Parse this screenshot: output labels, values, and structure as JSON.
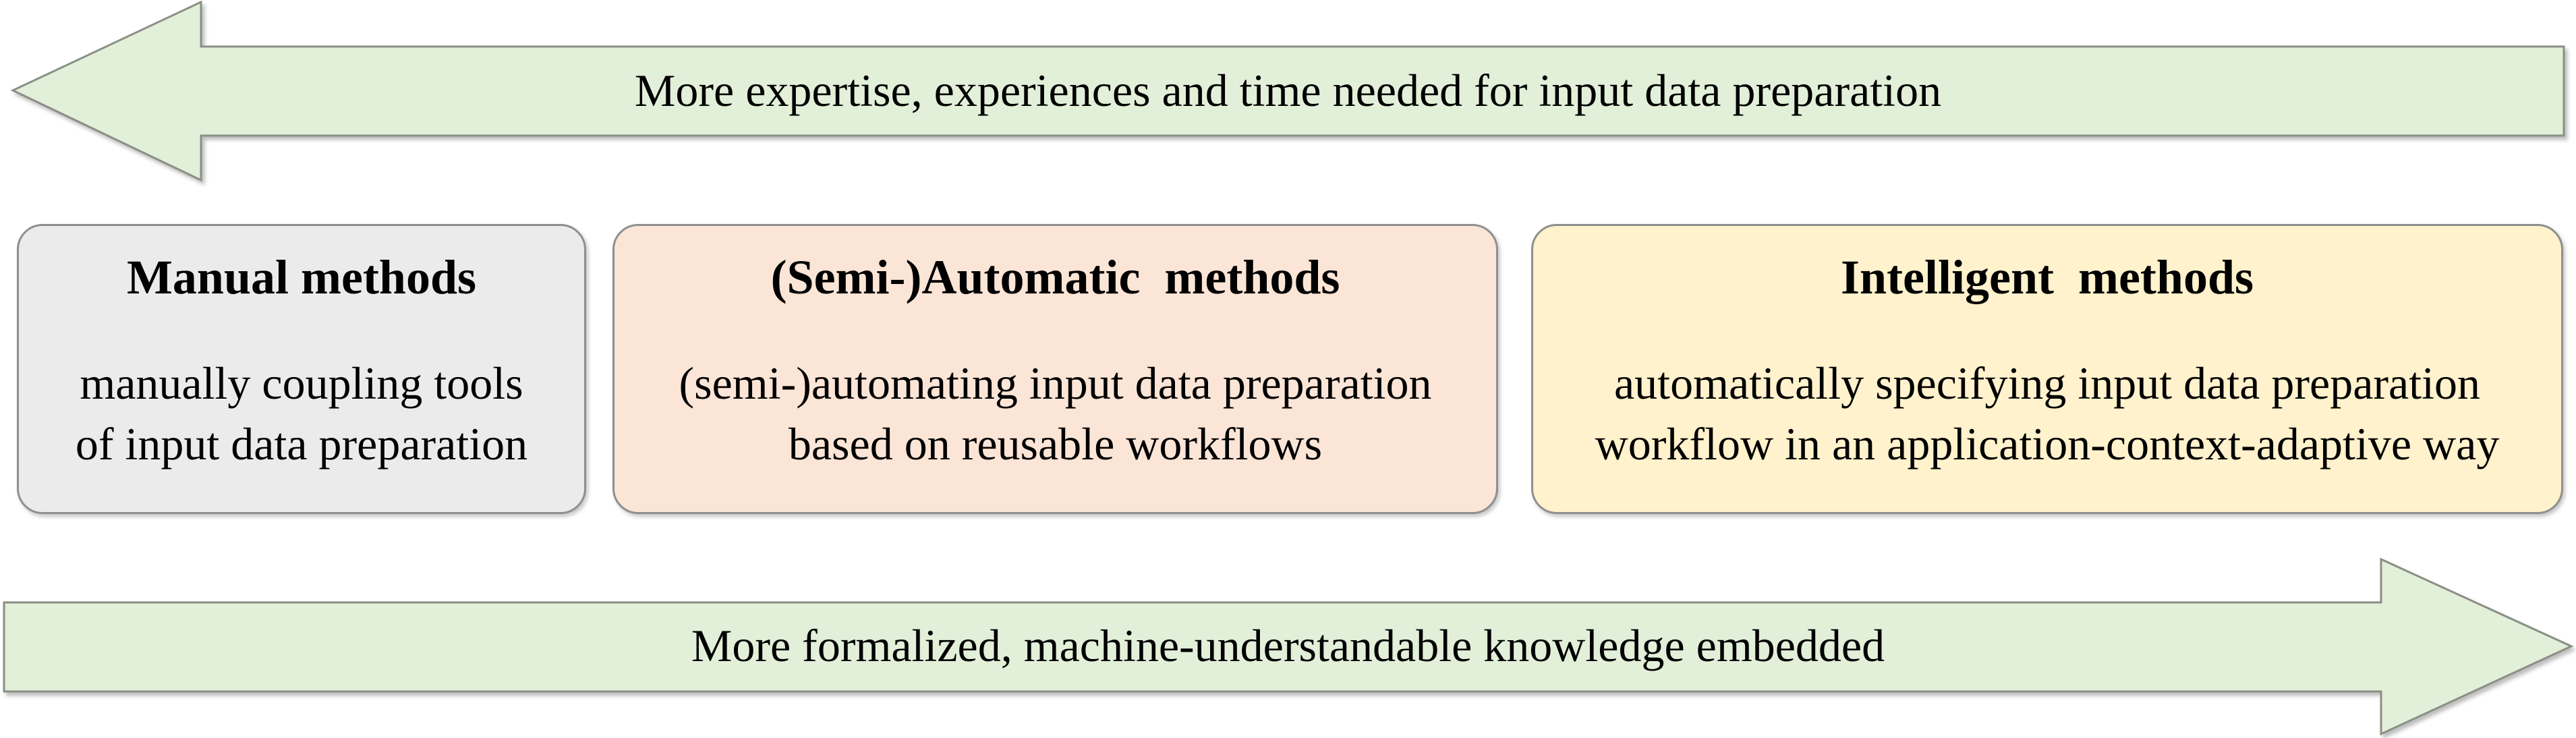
{
  "arrows": {
    "top": {
      "label": "More expertise, experiences and time needed for input data preparation",
      "direction": "left",
      "fill": "#e2efd9",
      "border": "#8a8f85"
    },
    "bottom": {
      "label": "More formalized, machine-understandable knowledge embedded",
      "direction": "right",
      "fill": "#e2efd9",
      "border": "#8a8f85"
    }
  },
  "boxes": [
    {
      "title": "Manual methods",
      "description": "manually coupling tools\nof input data preparation",
      "fill": "#ebebeb",
      "border": "#8f8f8f"
    },
    {
      "title": "(Semi-)Automatic  methods",
      "description": "(semi-)automating input data preparation\nbased on reusable workflows",
      "fill": "#fbe5d6",
      "border": "#8f8f8f"
    },
    {
      "title": "Intelligent  methods",
      "description": "automatically specifying input data preparation\nworkflow in an application-context-adaptive way",
      "fill": "#fff2cc",
      "border": "#8f8f8f"
    }
  ]
}
